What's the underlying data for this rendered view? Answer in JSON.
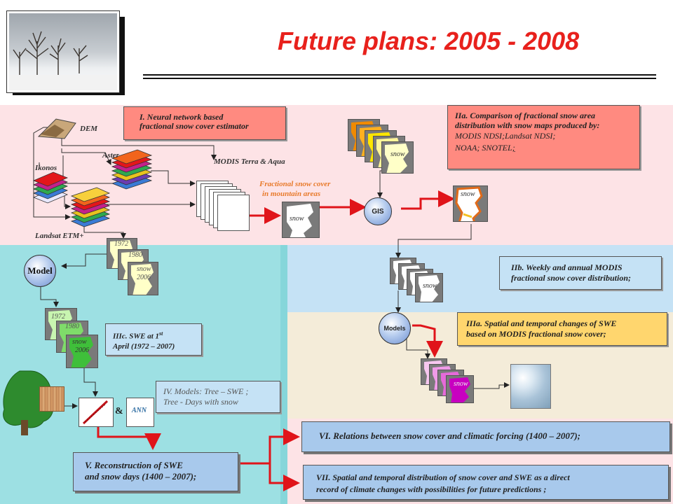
{
  "title": "Future plans: 2005 - 2008",
  "labels": {
    "dem": "DEM",
    "aster": "Aster",
    "ikonos": "Ikonos",
    "landsat": "Landsat ETM+",
    "modis": "MODIS Terra & Aqua",
    "fractional_line1": "Fractional snow cover",
    "fractional_line2": "in mountain areas",
    "gis": "GIS",
    "model": "Model",
    "models": "Models",
    "ann": "ANN",
    "amp": "&",
    "snow": "snow",
    "year_1972": "1972",
    "year_1980": "1980",
    "year_2006": "2006"
  },
  "boxes": {
    "b1_line1": "I. Neural network based",
    "b1_line2": "fractional snow cover estimator",
    "b2a_line1": "IIa. Comparison of fractional snow area",
    "b2a_line2": "distribution with snow maps produced by:",
    "b2a_line3": "MODIS NDSI;Landsat NDSI;",
    "b2a_line4": "NOAA; SNOTEL",
    "b2a_line4_suffix": ";",
    "b2b_line1": "IIb. Weekly and annual MODIS",
    "b2b_line2": "fractional snow cover distribution;",
    "b3a_line1": "IIIa. Spatial and temporal changes of SWE",
    "b3a_line2": "based on MODIS fractional snow cover;",
    "b3c_line1_main": "IIIc. SWE at 1",
    "b3c_line1_sup": "st",
    "b3c_line2": "April (1972 – 2007)",
    "b4_line1": "IV. Models: Tree – SWE ;",
    "b4_line2": "Tree - Days with snow",
    "b5_line1": "V. Reconstruction of SWE",
    "b5_line2": "and snow days (1400 – 2007);",
    "b6": "VI. Relations between snow cover and climatic forcing (1400 – 2007);",
    "b7_line1": "VII. Spatial and temporal distribution of snow cover and SWE as a direct",
    "b7_line2": "record of climate changes with possibilities for future predictions ;"
  },
  "colors": {
    "title": "#e8211c",
    "pink_region": "#fde3e6",
    "teal_region": "#9de0e3",
    "lightblue_region": "#c5e2f5",
    "beige_region": "#f4ecd9",
    "salmon_box": "#ff8a80",
    "yellow_box": "#ffd66e",
    "arrow_red": "#e0141a"
  },
  "icons": [
    "tree-icon",
    "snow-photo",
    "wood-sample",
    "dem-terrain-icon"
  ]
}
